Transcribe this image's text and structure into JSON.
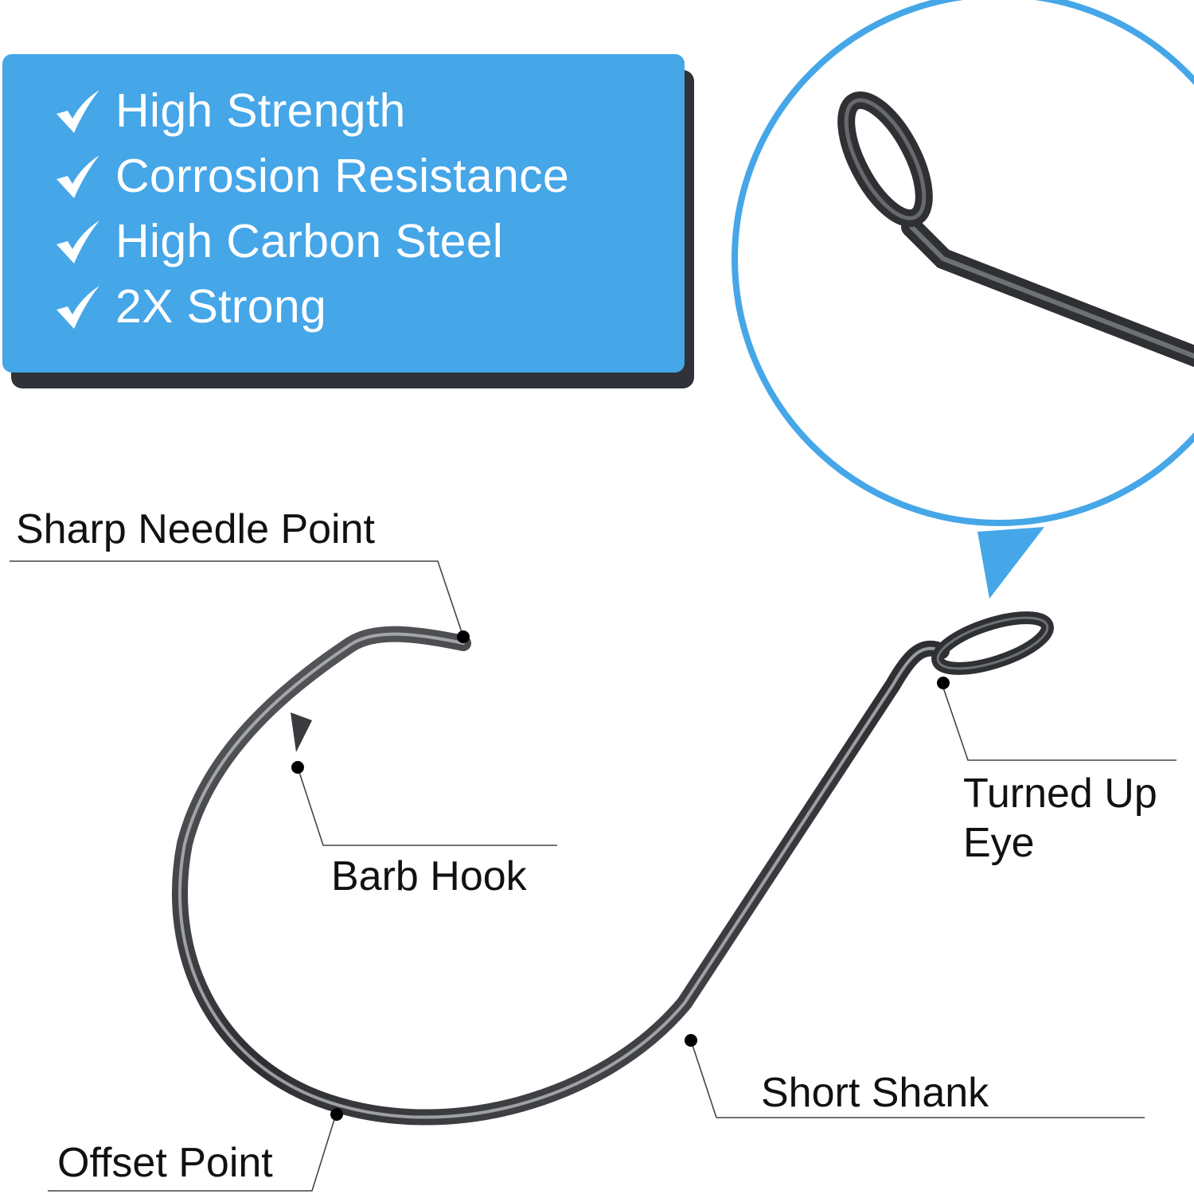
{
  "features": {
    "items": [
      {
        "label": "High Strength",
        "icon": "checkmark-icon"
      },
      {
        "label": "Corrosion Resistance",
        "icon": "checkmark-icon"
      },
      {
        "label": "High Carbon Steel",
        "icon": "checkmark-icon"
      },
      {
        "label": "2X Strong",
        "icon": "checkmark-icon"
      }
    ]
  },
  "labels": {
    "sharp_needle_point": "Sharp Needle Point",
    "barb_hook": "Barb Hook",
    "turned_up_eye_line1": "Turned Up",
    "turned_up_eye_line2": "Eye",
    "short_shank": "Short Shank",
    "offset_point": "Offset Point"
  },
  "colors": {
    "accent_blue": "#45a6e8",
    "card_shadow": "#2f3236",
    "hook_steel": "#3a3b3e",
    "leader_line": "#444444"
  }
}
